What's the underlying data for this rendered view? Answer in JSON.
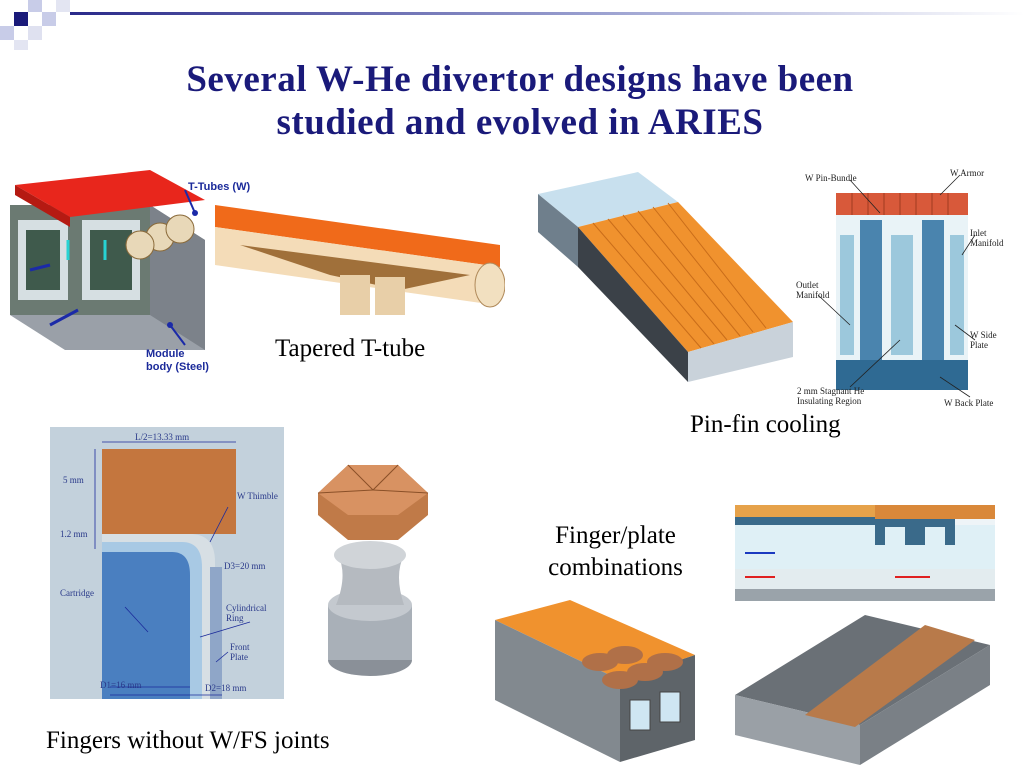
{
  "slide": {
    "title_line1": "Several W-He divertor designs have been",
    "title_line2": "studied and evolved in ARIES"
  },
  "colors": {
    "title": "#1a1a7a",
    "header_square_dark": "#1a1a7a",
    "header_square_light": "#b8bce0",
    "copper": "#c77a45",
    "orange_fins": "#f0922e",
    "steel_gray": "#8a8f96",
    "light_blue": "#cfe6f2"
  },
  "captions": {
    "tapered": "Tapered T-tube",
    "pinfin": "Pin-fin cooling",
    "fingerplate_line1": "Finger/plate",
    "fingerplate_line2": "combinations",
    "fingers": "Fingers without W/FS joints"
  },
  "ttube_figure": {
    "label_ttubes": "T-Tubes (W)",
    "label_module_line1": "Module",
    "label_module_line2": "body (Steel)"
  },
  "pinfin_diagram": {
    "w_pin_bundle": "W Pin-Bundle",
    "w_armor": "W Armor",
    "inlet_line1": "Inlet",
    "inlet_line2": "Manifold",
    "outlet_line1": "Outlet",
    "outlet_line2": "Manifold",
    "side_line1": "W Side",
    "side_line2": "Plate",
    "stagnant_line1": "2 mm Stagnant He",
    "stagnant_line2": "Insulating Region",
    "back_plate": "W Back Plate"
  },
  "finger_diagram": {
    "length": "L/2=13.33 mm",
    "five_mm": "5 mm",
    "thimble": "W Thimble",
    "one_two_mm": "1.2 mm",
    "d3": "D3=20 mm",
    "cartridge": "Cartridge",
    "ring_line1": "Cylindrical",
    "ring_line2": "Ring",
    "front_line1": "Front",
    "front_line2": "Plate",
    "d1": "D1=16 mm",
    "d2": "D2=18 mm"
  }
}
